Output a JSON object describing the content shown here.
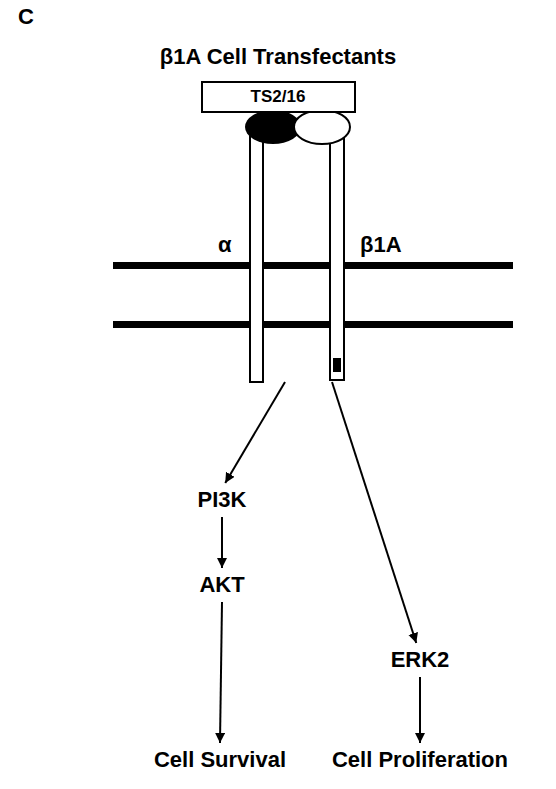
{
  "diagram": {
    "title": "β1A Cell Transfectants",
    "nodes": [
      {
        "text": [
          "TS2/16"
        ]
      },
      {
        "text": [
          "α",
          "β1A"
        ]
      },
      {
        "text": [
          "PI3K"
        ]
      },
      {
        "text": [
          "AKT"
        ]
      },
      {
        "text": [
          "ERK2"
        ]
      },
      {
        "text": [
          "Cell Survival"
        ]
      },
      {
        "text": [
          "Cell Proliferation"
        ]
      }
    ],
    "edges": [
      {
        "from": 1,
        "to": 2,
        "arrow": "to"
      },
      {
        "from": 1,
        "to": 4,
        "arrow": "to"
      },
      {
        "from": 2,
        "to": 3,
        "arrow": "to"
      },
      {
        "from": 3,
        "to": 5,
        "arrow": "to"
      },
      {
        "from": 4,
        "to": 6,
        "arrow": "to"
      }
    ],
    "labels": [
      "C"
    ]
  }
}
